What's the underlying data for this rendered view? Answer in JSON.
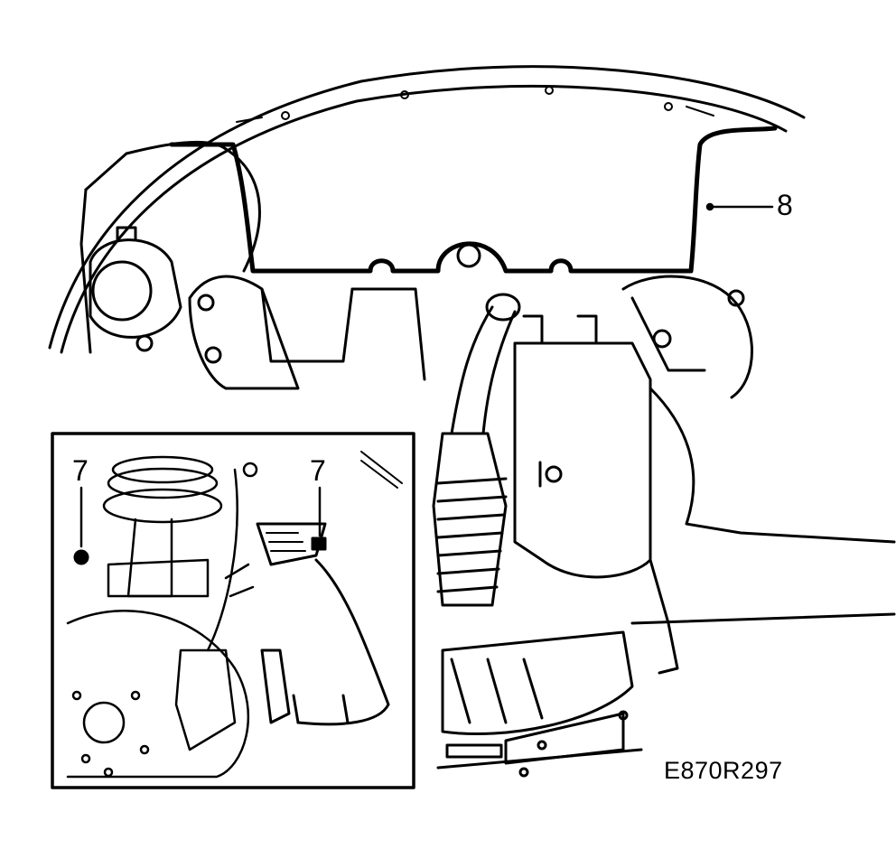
{
  "callouts": {
    "part_8": "8",
    "part_7_left": "7",
    "part_7_right": "7"
  },
  "figure_reference": "E870R297",
  "colors": {
    "line": "#000000",
    "background": "#ffffff"
  }
}
